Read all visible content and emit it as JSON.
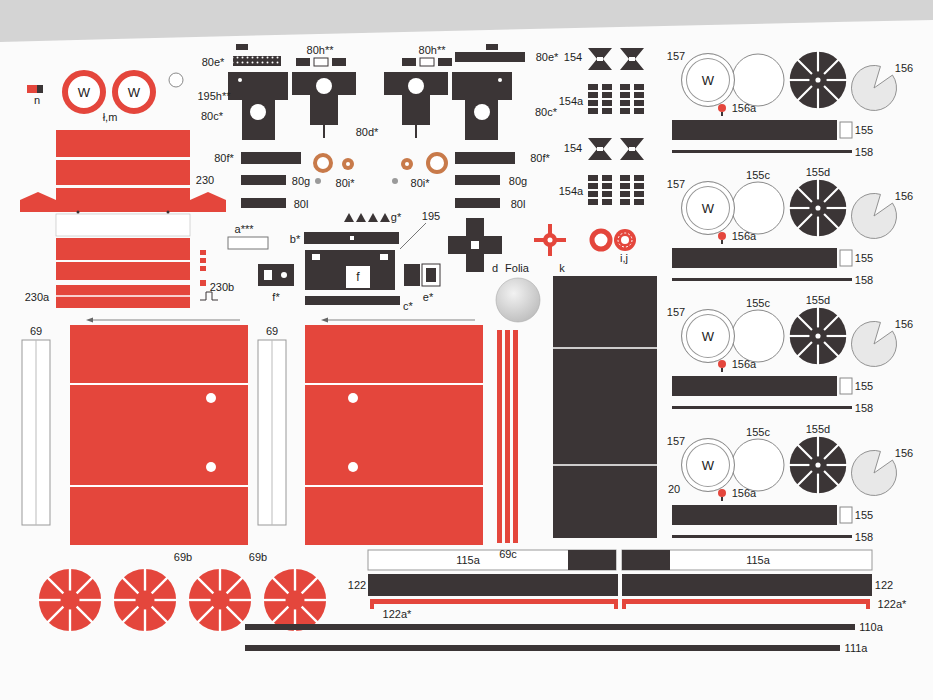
{
  "diagram": {
    "nodes": [
      {
        "text": [
          "W"
        ]
      },
      {
        "text": [
          "W"
        ]
      },
      {
        "text": [
          "W"
        ]
      },
      {
        "text": [
          "W"
        ]
      },
      {
        "text": [
          "f"
        ]
      },
      {
        "text": [
          "W"
        ]
      },
      {
        "text": [
          "W"
        ]
      }
    ],
    "labels": [
      "n",
      "ł,m",
      "195h**",
      "80e*",
      "80h**",
      "80h**",
      "80e*",
      "80c*",
      "80d*",
      "80c*",
      "80f*",
      "80f*",
      "80i*",
      "80i*",
      "80g",
      "80g",
      "80l",
      "80l",
      "230",
      "a***",
      "b*",
      "g*",
      "195",
      "d",
      "k",
      "i,j",
      "f*",
      "e*",
      "c*",
      "Folia",
      "230a",
      "230b",
      "69",
      "69",
      "69c",
      "69b",
      "69b",
      "154",
      "154a",
      "154",
      "154a",
      "157",
      "156",
      "156a",
      "155",
      "158",
      "157",
      "155c",
      "155d",
      "156",
      "156a",
      "155",
      "158",
      "157",
      "155c",
      "155d",
      "156",
      "156a",
      "155",
      "158",
      "157",
      "20",
      "155c",
      "155d",
      "156",
      "156a",
      "155",
      "158",
      "115a",
      "115a",
      "122",
      "122",
      "122a*",
      "122a*",
      "110a",
      "111a"
    ]
  }
}
